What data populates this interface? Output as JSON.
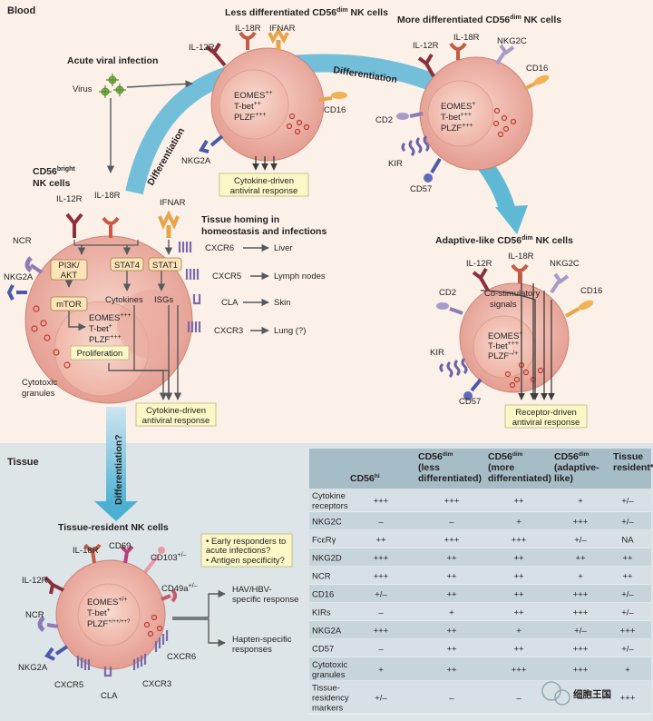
{
  "sections": {
    "blood": "Blood",
    "tissue": "Tissue"
  },
  "colors": {
    "cell": "#e9a69b",
    "cell_inner": "#f1bdb1",
    "blood_bg": "#fbf1e8",
    "tissue_bg": "#dde5e8",
    "arrow_blue": "#5fb9d5",
    "table_header": "#a6bcc6",
    "table_row_a": "#d7e1e5",
    "table_row_b": "#c7d5db"
  },
  "less_diff": {
    "title_pre": "Less differentiated CD56",
    "title_sup": "dim",
    "title_post": " NK cells",
    "il12r": "IL-12R",
    "il18r": "IL-18R",
    "ifnar": "IFNAR",
    "cd16": "CD16",
    "nkg2a": "NKG2A",
    "tf1": "EOMES",
    "tf1_sup": "++",
    "tf2": "T-bet",
    "tf2_sup": "++",
    "tf3": "PLZF",
    "tf3_sup": "+++",
    "response1": "Cytokine-driven",
    "response2": "antiviral response"
  },
  "more_diff": {
    "title_pre": "More differentiated CD56",
    "title_sup": "dim",
    "title_post": " NK cells",
    "il12r": "IL-12R",
    "il18r": "IL-18R",
    "nkg2c": "NKG2C",
    "cd16": "CD16",
    "cd2": "CD2",
    "kir": "KIR",
    "cd57": "CD57",
    "tf1": "EOMES",
    "tf1_sup": "+",
    "tf2": "T-bet",
    "tf2_sup": "+++",
    "tf3": "PLZF",
    "tf3_sup": "+++"
  },
  "differentiation": {
    "label1": "Differentiation",
    "label2": "Differentiation",
    "label3": "Differentiation?"
  },
  "virus": {
    "heading": "Acute viral infection",
    "label": "Virus"
  },
  "bright": {
    "title_pre": "CD56",
    "title_sup": "bright",
    "title_post": "NK cells",
    "il12r": "IL-12R",
    "il18r": "IL-18R",
    "ifnar": "IFNAR",
    "ncr": "NCR",
    "nkg2a": "NKG2A",
    "pi3k1": "PI3K/",
    "pi3k2": "AKT",
    "stat4": "STAT4",
    "stat1": "STAT1",
    "mtor": "mTOR",
    "cytokines": "Cytokines",
    "isgs": "ISGs",
    "tf1": "EOMES",
    "tf1_sup": "+++",
    "tf2": "T-bet",
    "tf2_sup": "+",
    "tf3": "PLZF",
    "tf3_sup": "+++",
    "proliferation": "Proliferation",
    "granules1": "Cytotoxic",
    "granules2": "granules",
    "response1": "Cytokine-driven",
    "response2": "antiviral response"
  },
  "homing": {
    "title1": "Tissue homing in",
    "title2": "homeostasis and infections",
    "rows": [
      {
        "receptor": "CXCR6",
        "target": "Liver"
      },
      {
        "receptor": "CXCR5",
        "target": "Lymph nodes"
      },
      {
        "receptor": "CLA",
        "target": "Skin"
      },
      {
        "receptor": "CXCR3",
        "target": "Lung (?)"
      }
    ]
  },
  "adaptive": {
    "title_pre": "Adaptive-like CD56",
    "title_sup": "dim",
    "title_post": " NK cells",
    "il12r": "IL-12R",
    "il18r": "IL-18R",
    "nkg2c": "NKG2C",
    "cd16": "CD16",
    "cd2": "CD2",
    "kir": "KIR",
    "cd57": "CD57",
    "costim1": "Co-stimulatory",
    "costim2": "signals",
    "tf1": "EOMES",
    "tf1_sup": "+",
    "tf2": "T-bet",
    "tf2_sup": "+++",
    "tf3": "PLZF",
    "tf3_sup": "–/+",
    "response1": "Receptor-driven",
    "response2": "antiviral response"
  },
  "resident": {
    "title": "Tissue-resident NK cells",
    "il18r": "IL-18R",
    "cd69": "CD69",
    "cd103": "CD103",
    "cd103_sup": "+/–",
    "il12r": "IL-12R",
    "cd49a": "CD49a",
    "cd49a_sup": "+/–",
    "ncr": "NCR",
    "nkg2a": "NKG2A",
    "cxcr5": "CXCR5",
    "cla": "CLA",
    "cxcr3": "CXCR3",
    "cxcr6": "CXCR6",
    "tf1": "EOMES",
    "tf1_sup": "+/+",
    "tf2": "T-bet",
    "tf2_sup": "+",
    "tf3": "PLZF",
    "tf3_sup": "+/++/++?",
    "q1": "• Early responders to",
    "q2": "  acute infections?",
    "q3": "• Antigen specificity?",
    "out1a": "HAV/HBV-",
    "out1b": "specific response",
    "out2a": "Hapten-specific",
    "out2b": "responses"
  },
  "table": {
    "headers": [
      {
        "l1": "",
        "l2": "",
        "l3": "CD56",
        "sup": "hi"
      },
      {
        "l1": "CD56",
        "sup": "dim",
        "l2": "(less",
        "l3": "differentiated)"
      },
      {
        "l1": "CD56",
        "sup": "dim",
        "l2": "(more",
        "l3": "differentiated)"
      },
      {
        "l1": "CD56",
        "sup": "dim",
        "l2": "(adaptive-",
        "l3": "like)"
      },
      {
        "l1": "Tissue",
        "l2": "resident*",
        "l3": ""
      }
    ],
    "rows": [
      {
        "label": [
          "Cytokine",
          "receptors"
        ],
        "values": [
          "+++",
          "+++",
          "++",
          "+",
          "+/–"
        ]
      },
      {
        "label": [
          "NKG2C"
        ],
        "values": [
          "–",
          "–",
          "+",
          "+++",
          "+/–"
        ]
      },
      {
        "label": [
          "FcεRγ"
        ],
        "values": [
          "++",
          "+++",
          "+++",
          "+/–",
          "NA"
        ]
      },
      {
        "label": [
          "NKG2D"
        ],
        "values": [
          "+++",
          "++",
          "++",
          "++",
          "++"
        ]
      },
      {
        "label": [
          "NCR"
        ],
        "values": [
          "+++",
          "++",
          "++",
          "+",
          "++"
        ]
      },
      {
        "label": [
          "CD16"
        ],
        "values": [
          "+/–",
          "++",
          "++",
          "+++",
          "+/–"
        ]
      },
      {
        "label": [
          "KIRs"
        ],
        "values": [
          "–",
          "+",
          "++",
          "+++",
          "+/–"
        ]
      },
      {
        "label": [
          "NKG2A"
        ],
        "values": [
          "+++",
          "++",
          "+",
          "+/–",
          "+++"
        ]
      },
      {
        "label": [
          "CD57"
        ],
        "values": [
          "–",
          "++",
          "++",
          "+++",
          "+/–"
        ]
      },
      {
        "label": [
          "Cytotoxic",
          "granules"
        ],
        "values": [
          "+",
          "++",
          "+++",
          "+++",
          "+"
        ]
      },
      {
        "label": [
          "Tissue-",
          "residency",
          "markers"
        ],
        "values": [
          "+/–",
          "–",
          "–",
          "–",
          "+++"
        ]
      }
    ]
  },
  "watermark": "细胞王国"
}
